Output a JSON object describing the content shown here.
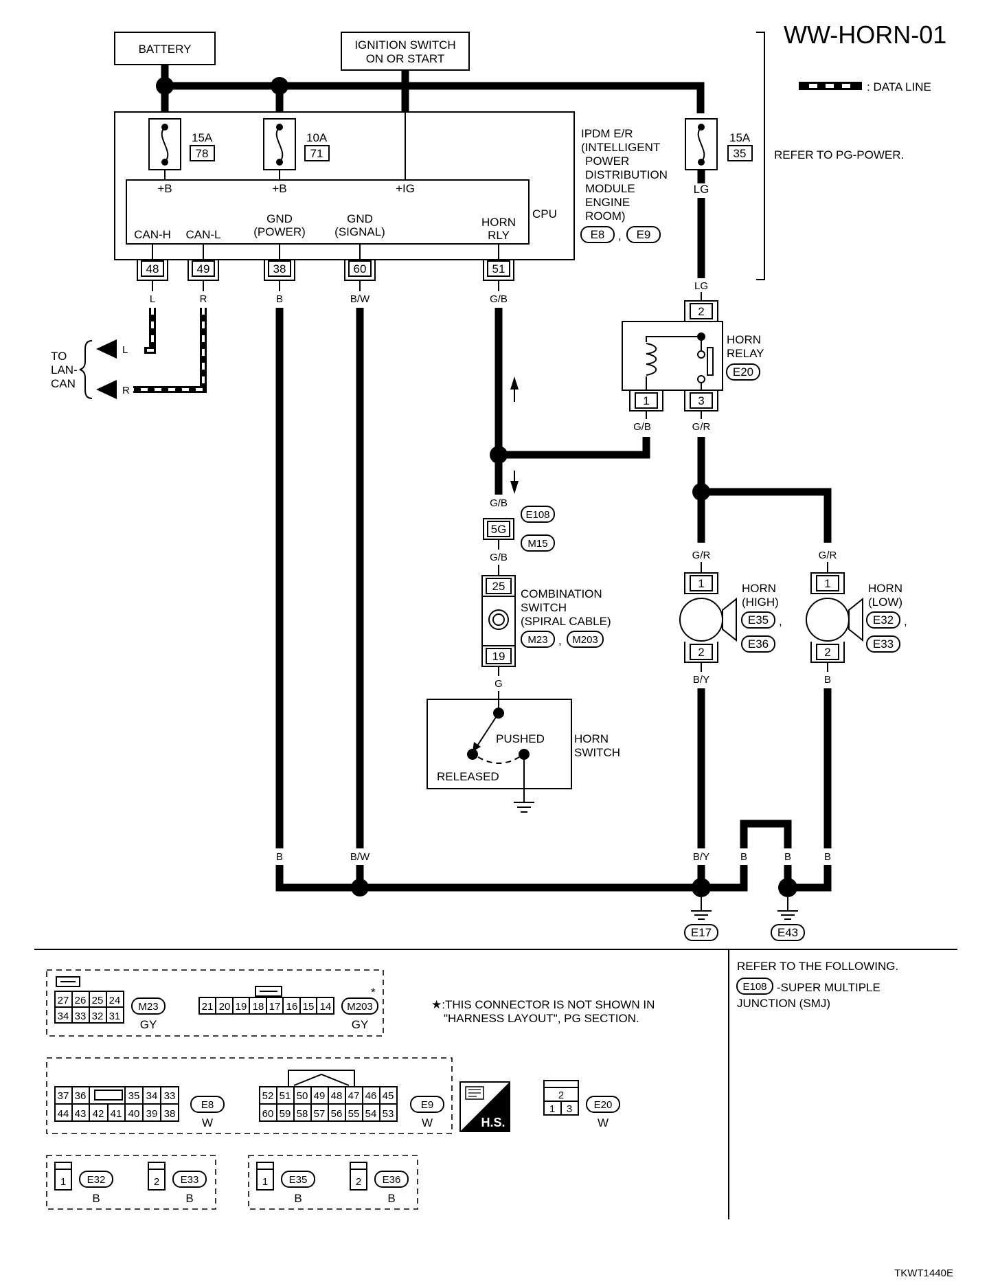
{
  "page": {
    "title": "WW-HORN-01",
    "image_code": "TKWT1440E"
  },
  "legend": {
    "data_line": ": DATA LINE",
    "refer_pg_power": "REFER TO PG-POWER."
  },
  "sources": {
    "battery": "BATTERY",
    "ignition_line1": "IGNITION SWITCH",
    "ignition_line2": "ON OR START"
  },
  "ipdm": {
    "name_lines": [
      "IPDM E/R",
      "(INTELLIGENT",
      "POWER",
      "DISTRIBUTION",
      "MODULE",
      "ENGINE",
      "ROOM)"
    ],
    "connectors": [
      "E8",
      "E9"
    ],
    "sep": ",",
    "cpu": "CPU",
    "fuses": [
      {
        "amps": "15A",
        "num": "78",
        "terminal": "+B"
      },
      {
        "amps": "10A",
        "num": "71",
        "terminal": "+B"
      },
      {
        "amps": "15A",
        "num": "35",
        "terminal": "LG"
      }
    ],
    "ig_terminal": "+IG",
    "pins": [
      {
        "label": "CAN-H",
        "label2": "",
        "pin": "48",
        "wire": "L"
      },
      {
        "label": "CAN-L",
        "label2": "",
        "pin": "49",
        "wire": "R"
      },
      {
        "label": "GND",
        "label2": "(POWER)",
        "pin": "38",
        "wire": "B"
      },
      {
        "label": "GND",
        "label2": "(SIGNAL)",
        "pin": "60",
        "wire": "B/W"
      },
      {
        "label": "HORN",
        "label2": "RLY",
        "pin": "51",
        "wire": "G/B"
      }
    ]
  },
  "lan": {
    "lines": [
      "TO",
      "LAN-",
      "CAN"
    ],
    "l": "L",
    "r": "R"
  },
  "relay": {
    "name_lines": [
      "HORN",
      "RELAY"
    ],
    "connector": "E20",
    "pin_top": "2",
    "pin_left": "1",
    "pin_right": "3",
    "wire_top": "LG",
    "wire_left": "G/B",
    "wire_right": "G/R"
  },
  "joint": {
    "wire_top": "G/B",
    "pin": "5G",
    "wire_bottom": "G/B",
    "connectors": [
      "E108",
      "M15"
    ]
  },
  "combination_switch": {
    "name_lines": [
      "COMBINATION",
      "SWITCH",
      "(SPIRAL CABLE)"
    ],
    "connectors": [
      "M23",
      "M203"
    ],
    "sep": ",",
    "pin_top": "25",
    "pin_bottom": "19",
    "wire_bottom": "G"
  },
  "horn_switch": {
    "name_lines": [
      "HORN",
      "SWITCH"
    ],
    "pushed": "PUSHED",
    "released": "RELEASED"
  },
  "horns": [
    {
      "name1": "HORN",
      "name2": "(HIGH)",
      "conn1": "E35",
      "conn2": "E36",
      "wire_top": "G/R",
      "pin_top": "1",
      "pin_bottom": "2",
      "wire_bottom": "B/Y"
    },
    {
      "name1": "HORN",
      "name2": "(LOW)",
      "conn1": "E32",
      "conn2": "E33",
      "wire_top": "G/R",
      "pin_top": "1",
      "pin_bottom": "2",
      "wire_bottom": "B"
    }
  ],
  "sep": ",",
  "grounds": {
    "wires": [
      "B",
      "B/W",
      "B/Y",
      "B",
      "B",
      "B"
    ],
    "e17": "E17",
    "e43": "E43"
  },
  "bottom": {
    "m23_pins_top": [
      "27",
      "26",
      "25",
      "24"
    ],
    "m23_pins_bot": [
      "34",
      "33",
      "32",
      "31"
    ],
    "m23": "M23",
    "m23_color": "GY",
    "m203_pins": [
      "21",
      "20",
      "19",
      "18",
      "17",
      "16",
      "15",
      "14"
    ],
    "m203": "M203",
    "m203_color": "GY",
    "star": "*",
    "note_lines": [
      "★:THIS CONNECTOR IS NOT SHOWN IN",
      "\"HARNESS LAYOUT\", PG SECTION."
    ],
    "refer_lines": [
      "REFER TO THE FOLLOWING.",
      "-SUPER MULTIPLE",
      "JUNCTION (SMJ)"
    ],
    "refer_conn": "E108",
    "e8_top": [
      "37",
      "36",
      "",
      "35",
      "34",
      "33"
    ],
    "e8_bot": [
      "44",
      "43",
      "42",
      "41",
      "40",
      "39",
      "38"
    ],
    "e8": "E8",
    "e8_color": "W",
    "e9_top": [
      "52",
      "51",
      "50",
      "49",
      "48",
      "47",
      "46",
      "45"
    ],
    "e9_bot": [
      "60",
      "59",
      "58",
      "57",
      "56",
      "55",
      "54",
      "53"
    ],
    "e9": "E9",
    "e9_color": "W",
    "hs": "H.S.",
    "e20_top": "2",
    "e20_bot": [
      "1",
      "3"
    ],
    "e20": "E20",
    "e20_color": "W",
    "small": [
      {
        "pin": "1",
        "conn": "E32",
        "color": "B"
      },
      {
        "pin": "2",
        "conn": "E33",
        "color": "B"
      },
      {
        "pin": "1",
        "conn": "E35",
        "color": "B"
      },
      {
        "pin": "2",
        "conn": "E36",
        "color": "B"
      }
    ]
  }
}
